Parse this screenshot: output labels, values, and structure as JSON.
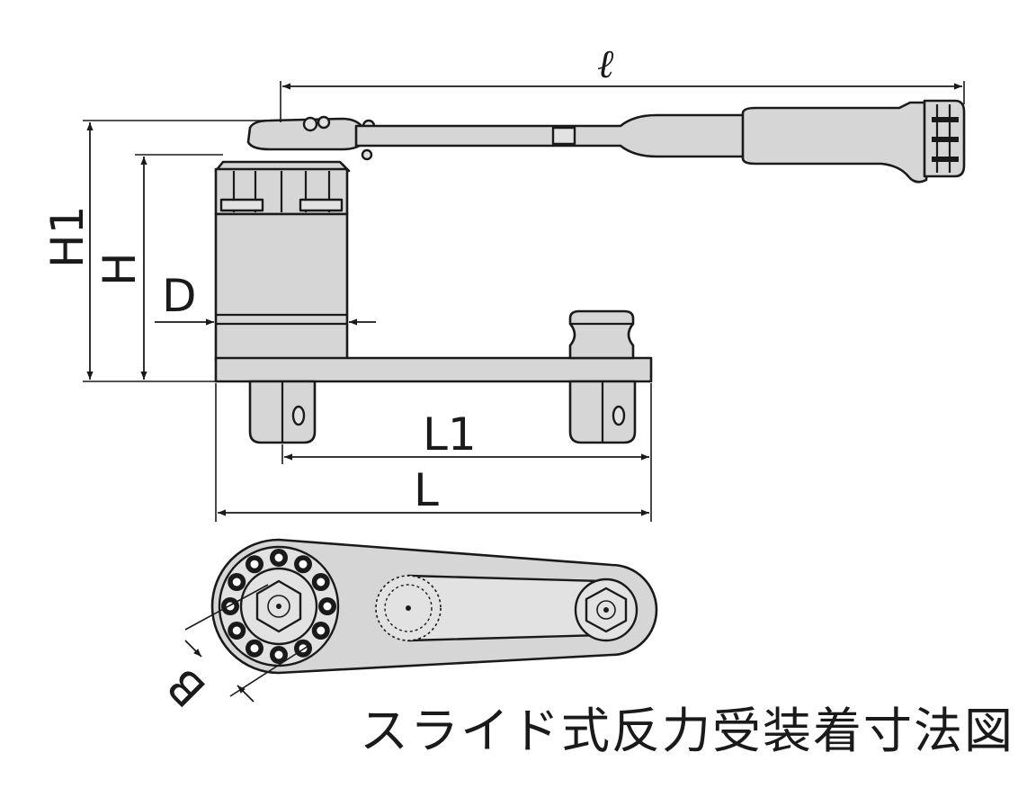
{
  "caption": "スライド式反力受装着寸法図",
  "dimensions": {
    "overall_length": "ℓ",
    "height_h1": "H1",
    "height_h": "H",
    "diameter_d": "D",
    "length_l1": "L1",
    "length_l": "L",
    "width_b": "B"
  },
  "colors": {
    "part_fill": "#d6d6d6",
    "outline": "#1a1a1a",
    "background": "#ffffff"
  }
}
